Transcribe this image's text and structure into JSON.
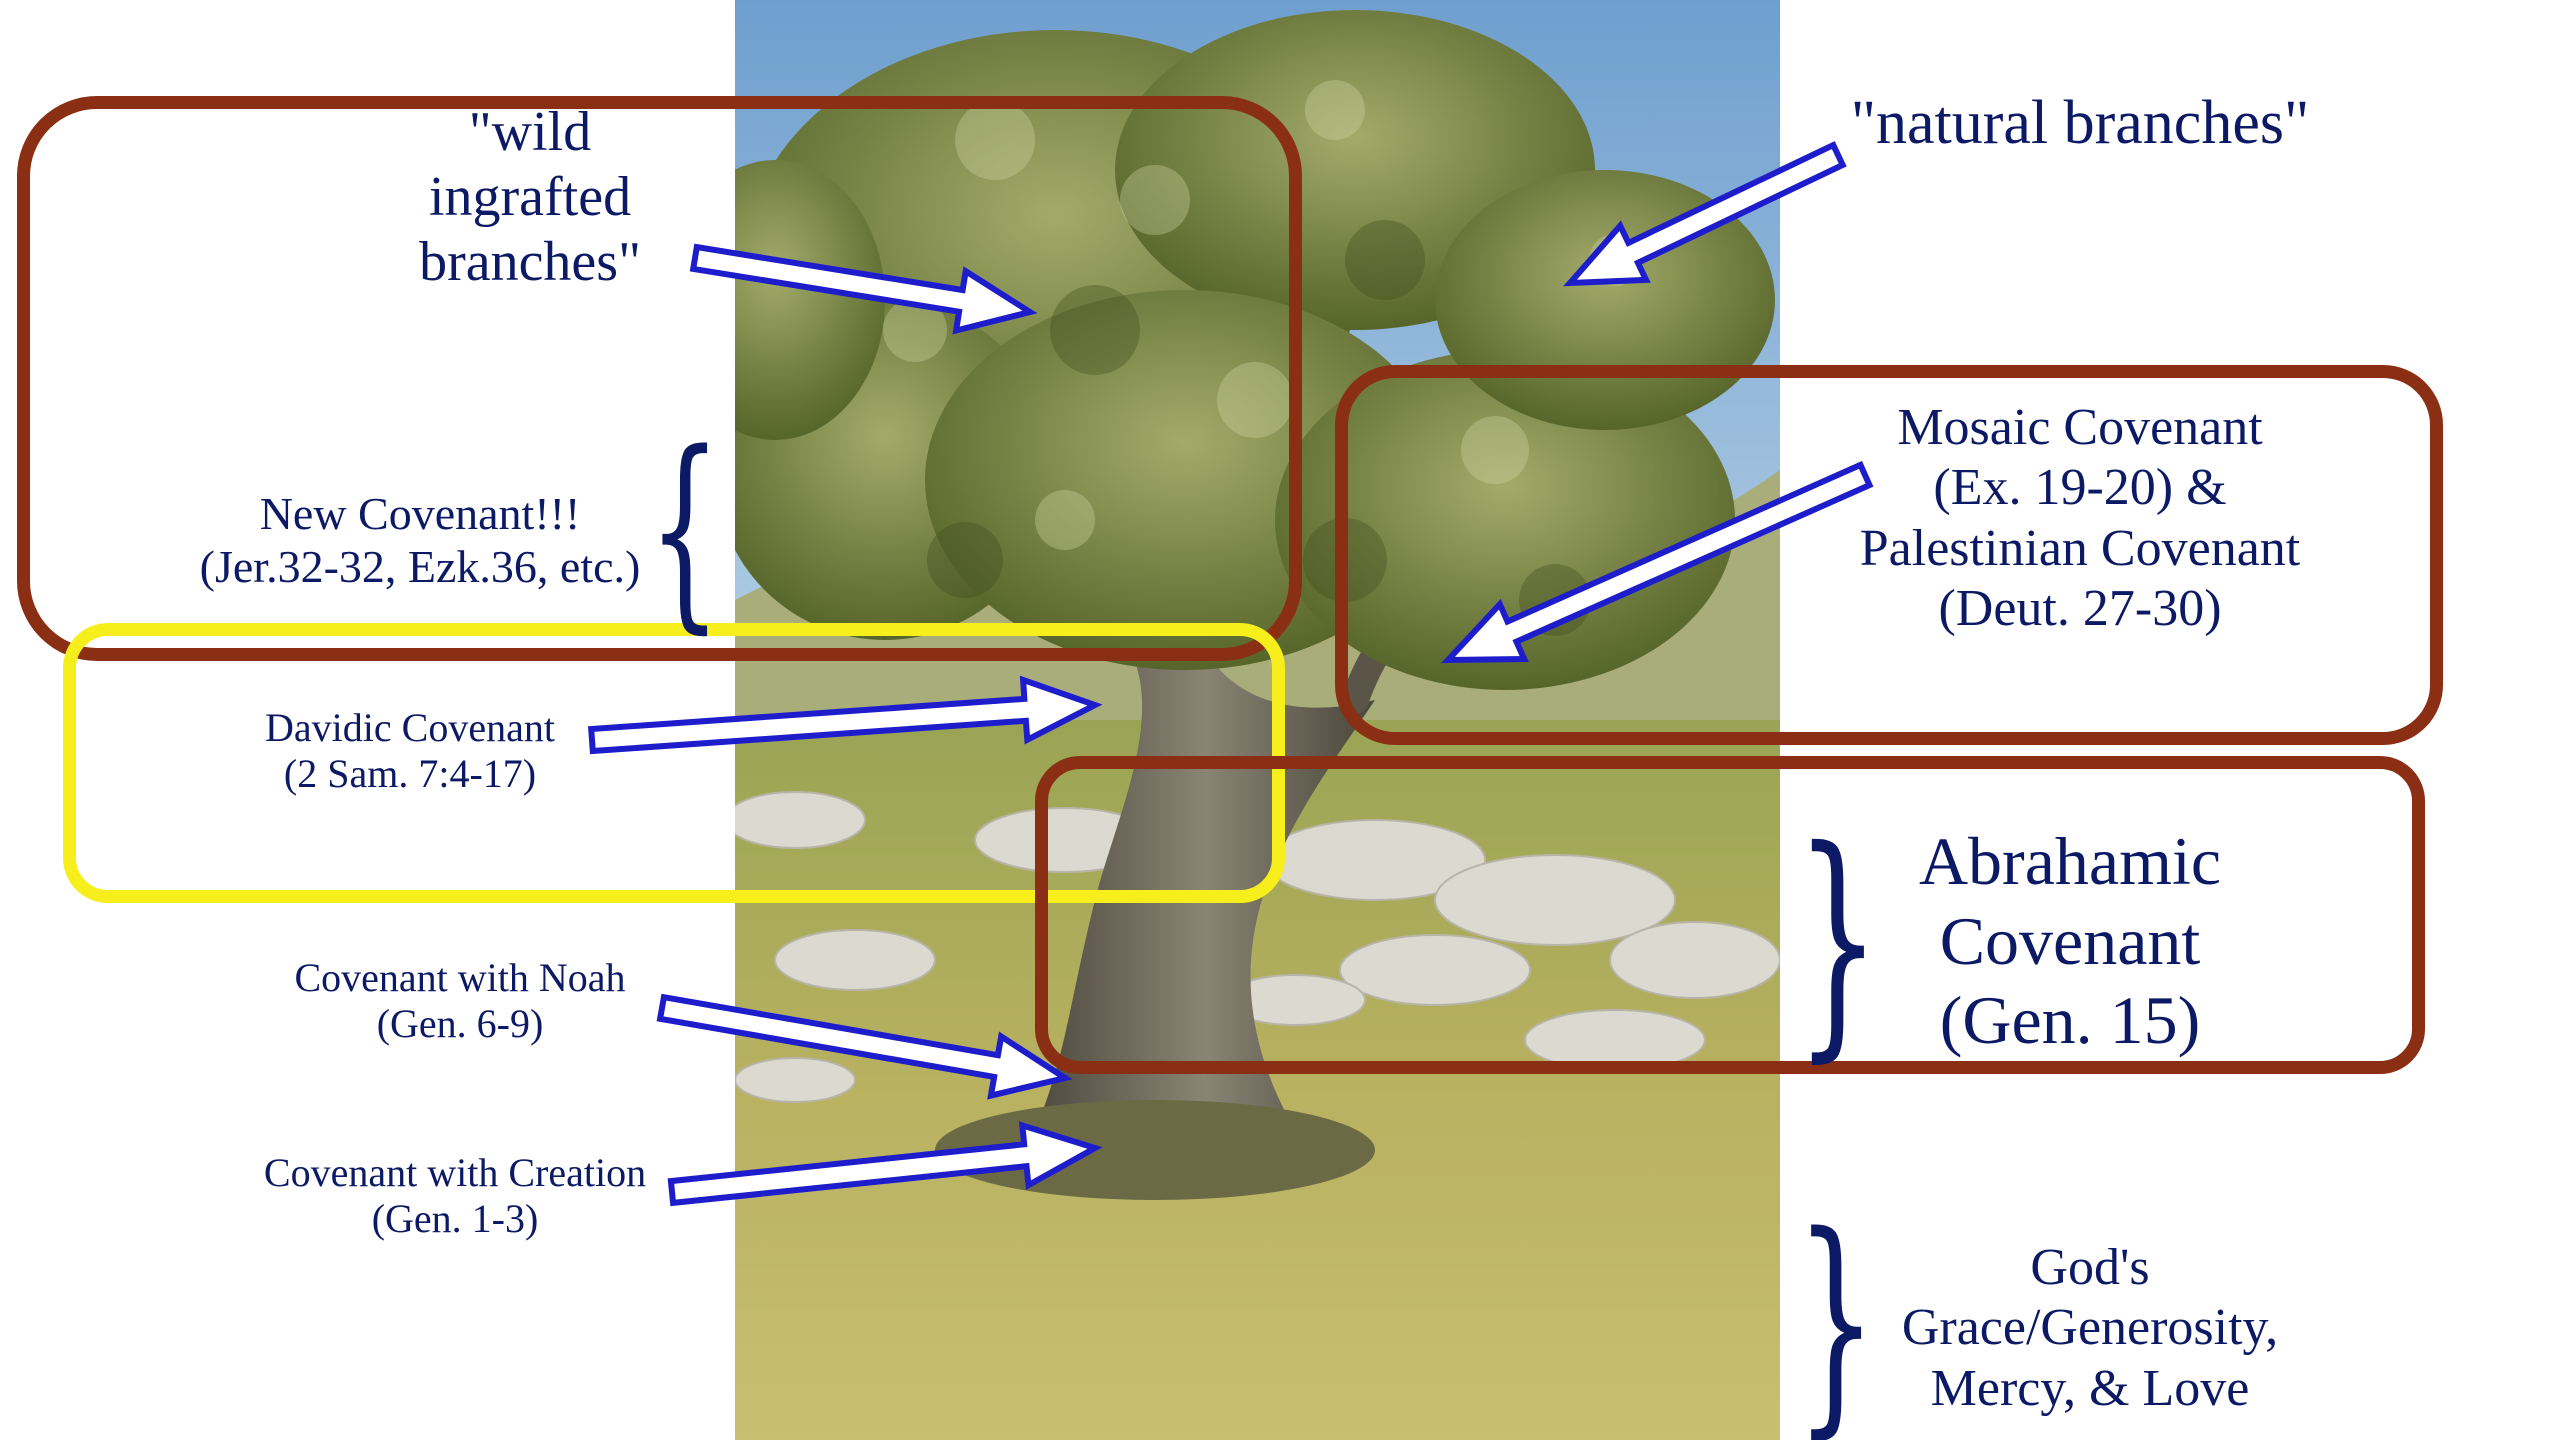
{
  "colors": {
    "text": "#0c1a66",
    "arrow_stroke": "#1d1dcc",
    "arrow_fill": "#ffffff",
    "box_brown": "#8a2f14",
    "box_yellow": "#f7ef1c",
    "sky": "#8fb6da",
    "grass": "#b6b05a",
    "foliage": "#7b8a3e",
    "trunk": "#6d6657",
    "rock": "#d9d7cd"
  },
  "labels": {
    "wild_branches": [
      "\"wild",
      "ingrafted",
      "branches\""
    ],
    "natural_branches": "\"natural branches\"",
    "new_covenant": [
      "New Covenant!!!",
      "(Jer.32-32, Ezk.36, etc.)"
    ],
    "mosaic_covenant": [
      "Mosaic Covenant",
      "(Ex. 19-20)  &",
      "Palestinian Covenant",
      "(Deut. 27-30)"
    ],
    "davidic_covenant": [
      "Davidic Covenant",
      "(2 Sam. 7:4-17)"
    ],
    "abrahamic_covenant": [
      "Abrahamic",
      "Covenant",
      "(Gen. 15)"
    ],
    "noah_covenant": [
      "Covenant with Noah",
      "(Gen. 6-9)"
    ],
    "creation_covenant": [
      "Covenant with Creation",
      "(Gen. 1-3)"
    ],
    "gods_grace": [
      "God's",
      "Grace/Generosity,",
      "Mercy, & Love"
    ]
  },
  "braces": {
    "new_covenant": "{",
    "abrahamic": "}",
    "grace": "}"
  }
}
